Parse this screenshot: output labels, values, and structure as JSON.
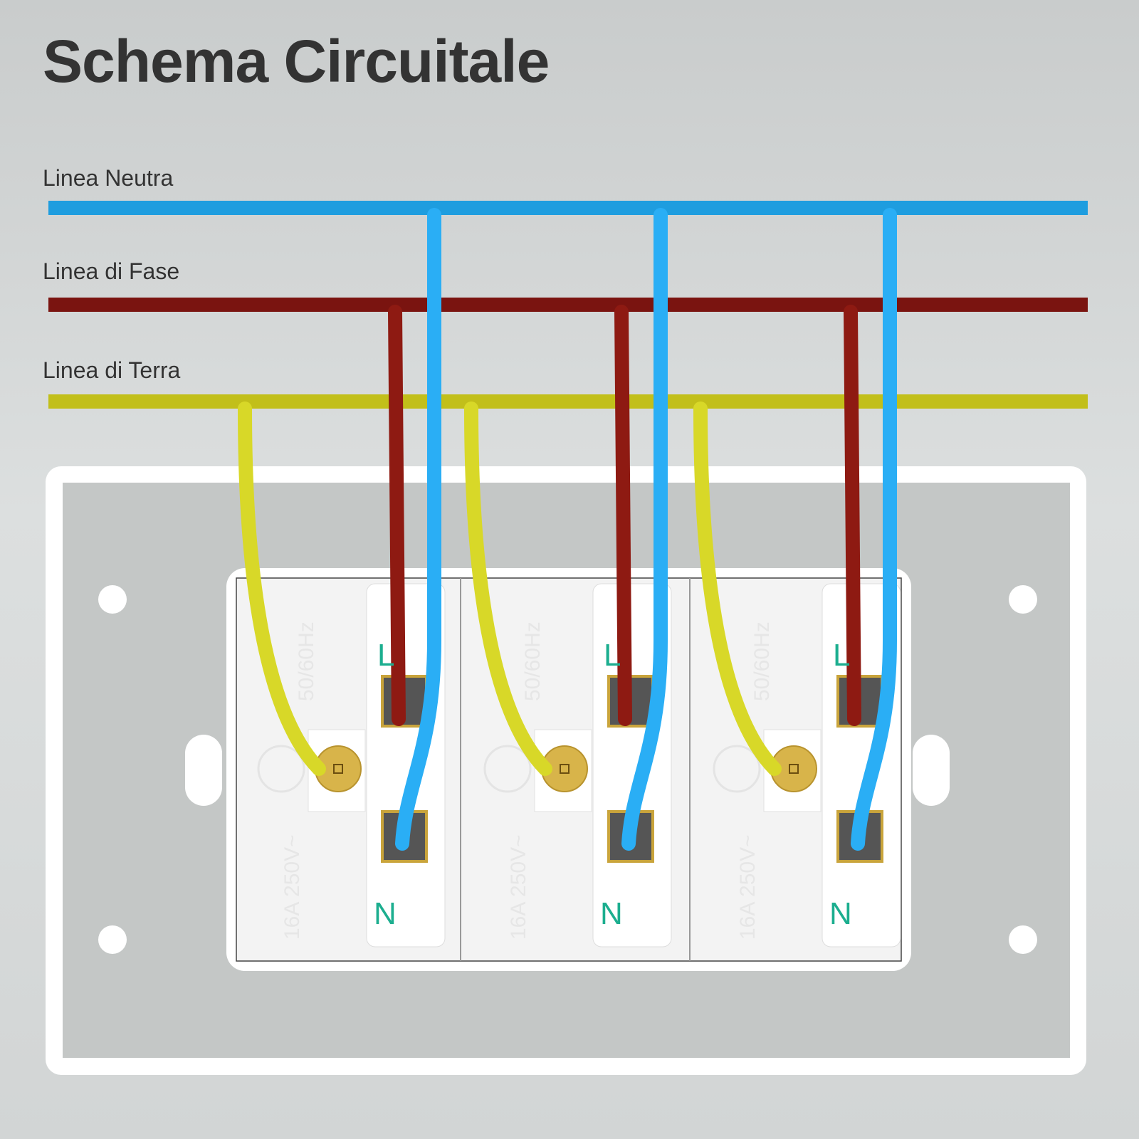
{
  "title": "Schema Circuitale",
  "lines": {
    "neutral": {
      "label": "Linea Neutra",
      "color": "#1e9ddf"
    },
    "phase": {
      "label": "Linea di Fase",
      "color": "#7a1410"
    },
    "earth": {
      "label": "Linea di Terra",
      "color": "#c2bf1a"
    }
  },
  "wire_colors": {
    "neutral": "#2aaef5",
    "phase": "#8e1a12",
    "earth": "#d8d828"
  },
  "modules": [
    {
      "terminal_l": "L",
      "terminal_n": "N",
      "frequency": "50/60Hz",
      "rating": "16A 250V~"
    },
    {
      "terminal_l": "L",
      "terminal_n": "N",
      "frequency": "50/60Hz",
      "rating": "16A 250V~"
    },
    {
      "terminal_l": "L",
      "terminal_n": "N",
      "frequency": "50/60Hz",
      "rating": "16A 250V~"
    }
  ]
}
